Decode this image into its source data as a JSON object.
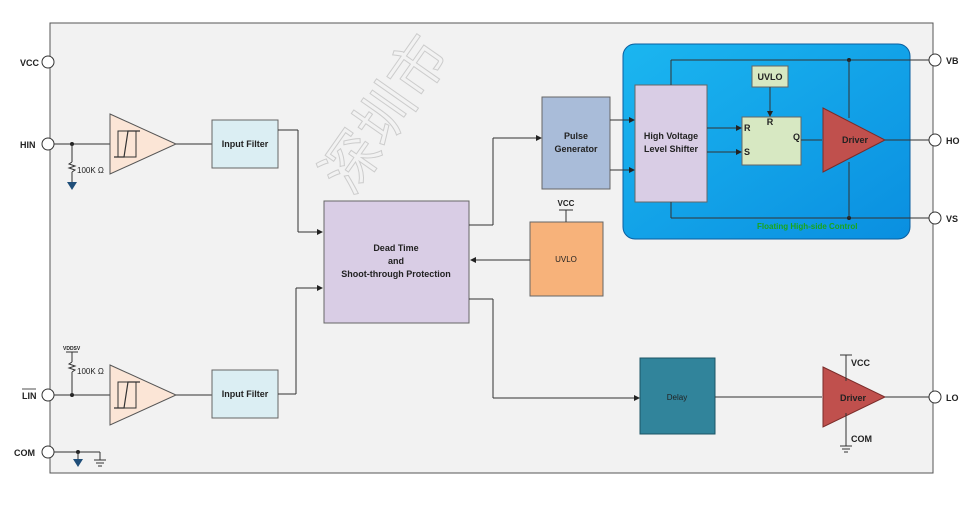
{
  "watermark": "深圳市",
  "pins": {
    "vcc": "VCC",
    "hin": "HIN",
    "lin": "LIN",
    "com": "COM",
    "vb": "VB",
    "ho": "HO",
    "vs": "VS",
    "lo": "LO"
  },
  "blocks": {
    "input_filter_high": "Input Filter",
    "input_filter_low": "Input Filter",
    "dead_time_line1": "Dead Time",
    "dead_time_line2": "and",
    "dead_time_line3": "Shoot-through Protection",
    "pulse_gen_line1": "Pulse",
    "pulse_gen_line2": "Generator",
    "hv_shift_line1": "High Voltage",
    "hv_shift_line2": "Level Shifter",
    "uvlo_low": "UVLO",
    "uvlo_high": "UVLO",
    "delay": "Delay",
    "driver_high": "Driver",
    "driver_low": "Driver"
  },
  "latch": {
    "r_top": "R",
    "r_left": "R",
    "s": "S",
    "q": "Q"
  },
  "labels": {
    "res_high": "100K Ω",
    "res_low": "100K Ω",
    "vddsv": "VDDSV",
    "uvlo_vcc": "VCC",
    "lo_vcc": "VCC",
    "lo_com": "COM",
    "floating": "Floating High-side Control"
  },
  "colors": {
    "filter": "#dbeef3",
    "deadtime": "#d9cde5",
    "pulse": "#a9bcd9",
    "uvlo_low": "#f7b27a",
    "latch": "#d7e8c2",
    "driver": "#c0504d",
    "delay": "#31849b",
    "floating": "#00a2e8",
    "comparator": "#fbe5d6"
  }
}
